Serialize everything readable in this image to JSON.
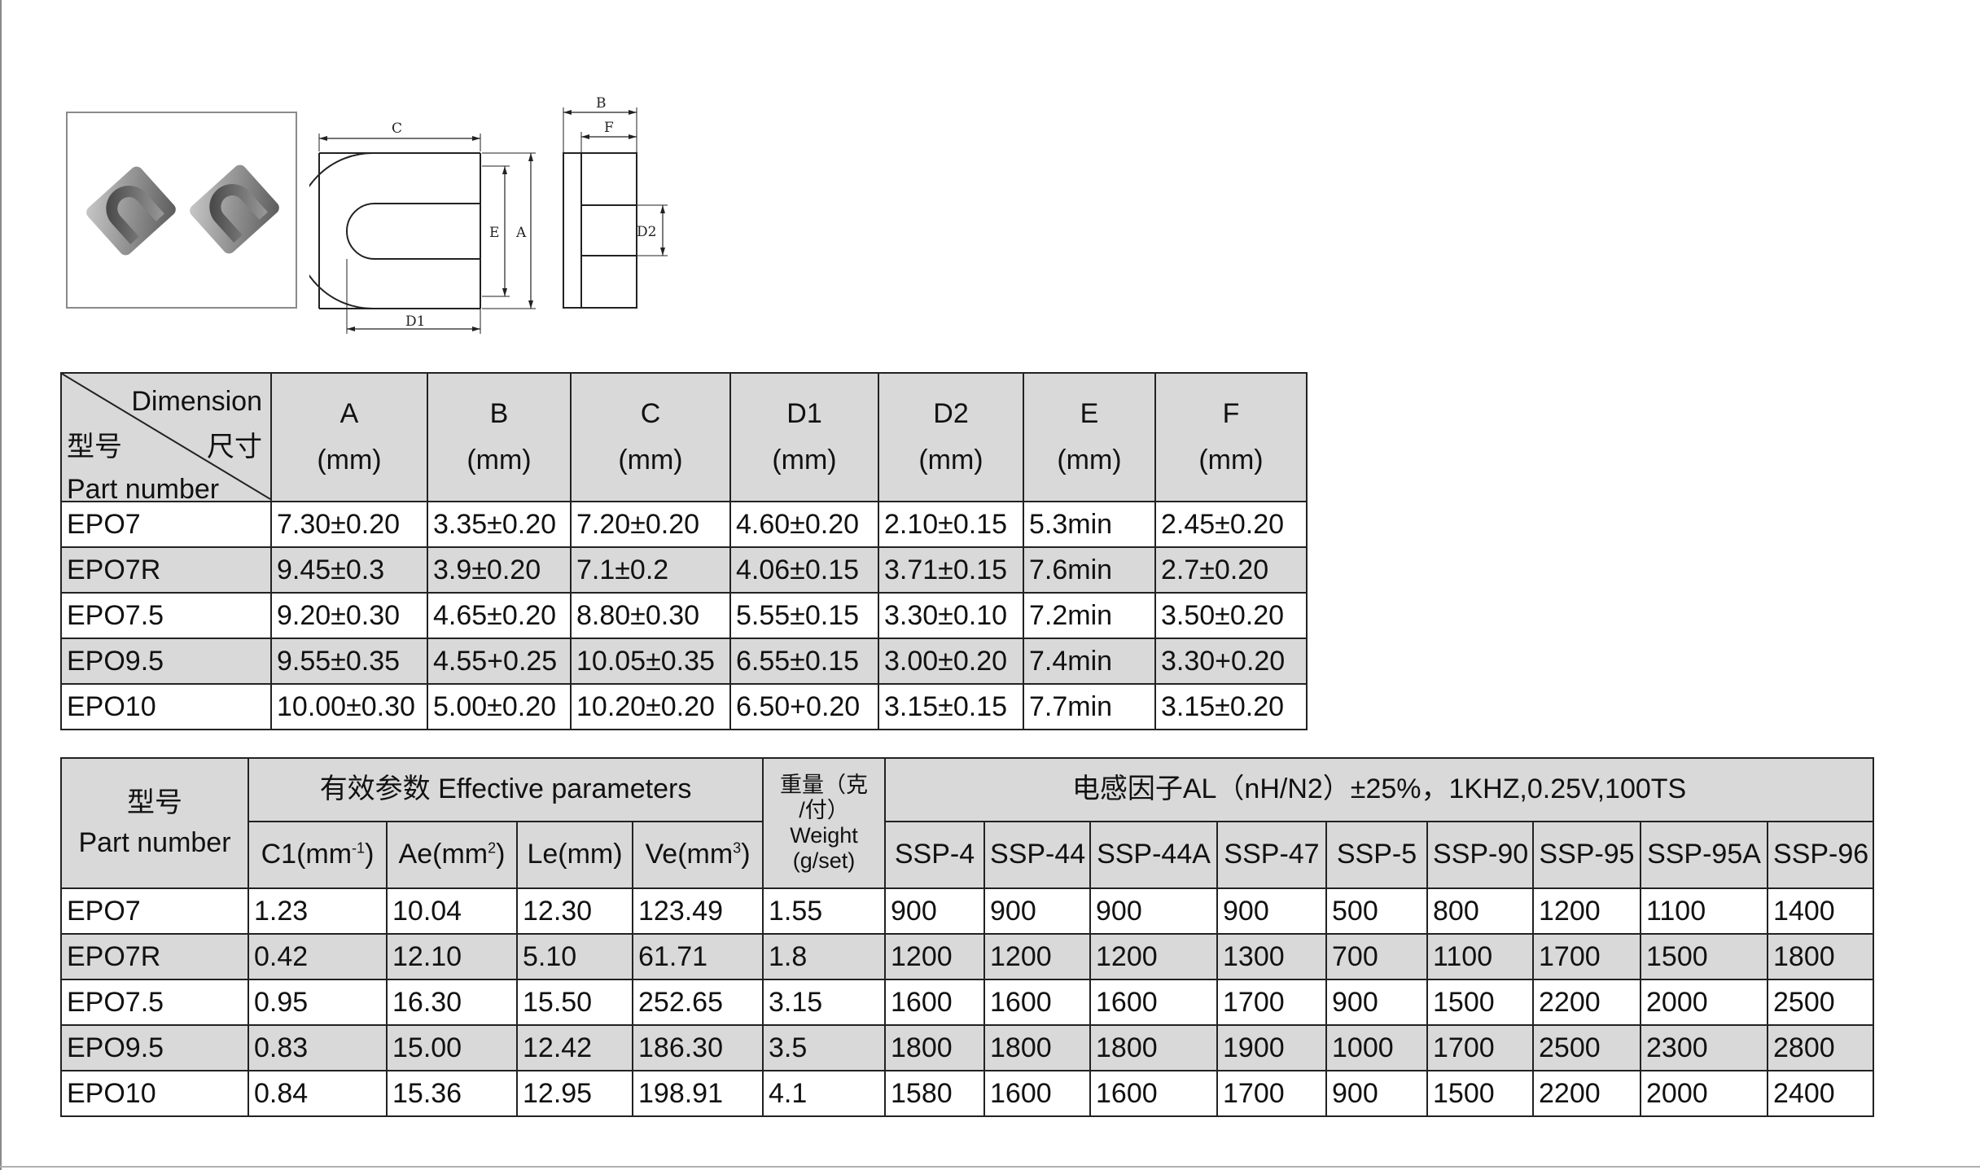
{
  "diagram": {
    "front_view_labels": {
      "c": "C",
      "d1": "D1",
      "e": "E",
      "a": "A"
    },
    "side_view_labels": {
      "b": "B",
      "f": "F",
      "d2": "D2"
    }
  },
  "dimension_table": {
    "corner": {
      "dimension": "Dimension",
      "model_cn": "型号",
      "size_cn": "尺寸",
      "part_number": "Part number"
    },
    "columns": [
      {
        "name": "A",
        "unit": "(mm)"
      },
      {
        "name": "B",
        "unit": "(mm)"
      },
      {
        "name": "C",
        "unit": "(mm)"
      },
      {
        "name": "D1",
        "unit": "(mm)"
      },
      {
        "name": "D2",
        "unit": "(mm)"
      },
      {
        "name": "E",
        "unit": "(mm)"
      },
      {
        "name": "F",
        "unit": "(mm)"
      }
    ],
    "rows": [
      [
        "EPO7",
        "7.30±0.20",
        "3.35±0.20",
        "7.20±0.20",
        "4.60±0.20",
        "2.10±0.15",
        "5.3min",
        "2.45±0.20"
      ],
      [
        "EPO7R",
        "9.45±0.3",
        "3.9±0.20",
        "7.1±0.2",
        "4.06±0.15",
        "3.71±0.15",
        "7.6min",
        "2.7±0.20"
      ],
      [
        "EPO7.5",
        "9.20±0.30",
        "4.65±0.20",
        "8.80±0.30",
        "5.55±0.15",
        "3.30±0.10",
        "7.2min",
        "3.50±0.20"
      ],
      [
        "EPO9.5",
        "9.55±0.35",
        "4.55+0.25",
        "10.05±0.35",
        "6.55±0.15",
        "3.00±0.20",
        "7.4min",
        "3.30+0.20"
      ],
      [
        "EPO10",
        "10.00±0.30",
        "5.00±0.20",
        "10.20±0.20",
        "6.50+0.20",
        "3.15±0.15",
        "7.7min",
        "3.15±0.20"
      ]
    ]
  },
  "param_table": {
    "part_header_cn": "型号",
    "part_header_en": "Part number",
    "effective_header": "有效参数 Effective parameters",
    "weight_header_cn": "重量（克/付）",
    "weight_header_cn_line1": "重量（克",
    "weight_header_cn_line2": "/付）",
    "weight_header_en": "Weight",
    "weight_unit": "(g/set)",
    "al_header": "电感因子AL（nH/N2）±25%，1KHZ,0.25V,100TS",
    "c1": {
      "name": "C1(mm",
      "exp": "-1",
      "close": ")"
    },
    "ae": {
      "name": "Ae(mm",
      "exp": "2",
      "close": ")"
    },
    "le": "Le(mm)",
    "ve": {
      "name": "Ve(mm",
      "exp": "3",
      "close": ")"
    },
    "al_columns": [
      "SSP-4",
      "SSP-44",
      "SSP-44A",
      "SSP-47",
      "SSP-5",
      "SSP-90",
      "SSP-95",
      "SSP-95A",
      "SSP-96"
    ],
    "rows": [
      [
        "EPO7",
        "1.23",
        "10.04",
        "12.30",
        "123.49",
        "1.55",
        "900",
        "900",
        "900",
        "900",
        "500",
        "800",
        "1200",
        "1100",
        "1400"
      ],
      [
        "EPO7R",
        "0.42",
        "12.10",
        "5.10",
        "61.71",
        "1.8",
        "1200",
        "1200",
        "1200",
        "1300",
        "700",
        "1100",
        "1700",
        "1500",
        "1800"
      ],
      [
        "EPO7.5",
        "0.95",
        "16.30",
        "15.50",
        "252.65",
        "3.15",
        "1600",
        "1600",
        "1600",
        "1700",
        "900",
        "1500",
        "2200",
        "2000",
        "2500"
      ],
      [
        "EPO9.5",
        "0.83",
        "15.00",
        "12.42",
        "186.30",
        "3.5",
        "1800",
        "1800",
        "1800",
        "1900",
        "1000",
        "1700",
        "2500",
        "2300",
        "2800"
      ],
      [
        "EPO10",
        "0.84",
        "15.36",
        "12.95",
        "198.91",
        "4.1",
        "1580",
        "1600",
        "1600",
        "1700",
        "900",
        "1500",
        "2200",
        "2000",
        "2400"
      ]
    ]
  }
}
